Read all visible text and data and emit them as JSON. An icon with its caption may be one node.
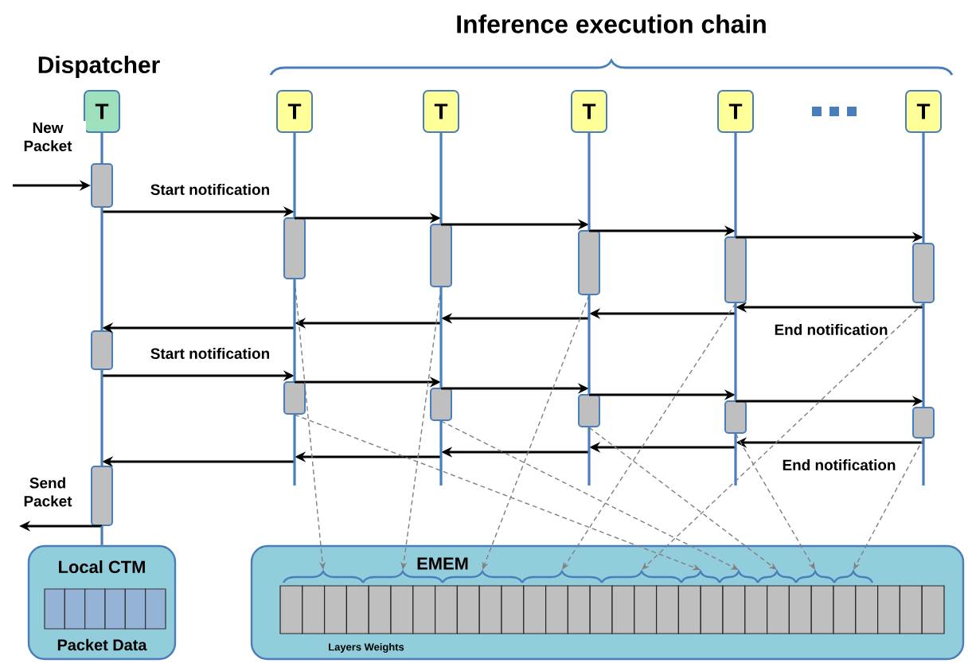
{
  "diagram": {
    "nodes": [
      {
        "text": [
          "T"
        ]
      },
      {
        "text": [
          "T"
        ]
      },
      {
        "text": [
          "T"
        ]
      },
      {
        "text": [
          "T"
        ]
      },
      {
        "text": [
          "T"
        ]
      },
      {
        "text": [
          "T"
        ]
      },
      {
        "text": [],
        "shape": "box"
      },
      {
        "text": [],
        "shape": "box"
      },
      {
        "text": [],
        "shape": "box"
      },
      {
        "text": [],
        "shape": "box"
      },
      {
        "text": [],
        "shape": "box"
      },
      {
        "text": [],
        "shape": "box"
      },
      {
        "text": [],
        "shape": "box"
      },
      {
        "text": [],
        "shape": "box"
      },
      {
        "text": [],
        "shape": "box"
      },
      {
        "text": [],
        "shape": "box"
      },
      {
        "text": [],
        "shape": "box"
      },
      {
        "text": [],
        "shape": "box"
      },
      {
        "text": [],
        "shape": "box"
      },
      {
        "text": [
          "Local CTM",
          "Packet Data"
        ]
      },
      {
        "text": [
          "EMEM",
          "Layers Weights"
        ]
      },
      {
        "text": [],
        "shape": "brace",
        "in": 20
      },
      {
        "text": [],
        "shape": "brace",
        "in": 20
      },
      {
        "text": [],
        "shape": "brace",
        "in": 20
      },
      {
        "text": [],
        "shape": "brace",
        "in": 20
      },
      {
        "text": [],
        "shape": "brace",
        "in": 20
      },
      {
        "text": [],
        "shape": "brace",
        "in": 20
      },
      {
        "text": [],
        "shape": "brace",
        "in": 20
      },
      {
        "text": [],
        "shape": "brace",
        "in": 20
      },
      {
        "text": [],
        "shape": "brace",
        "in": 20
      },
      {
        "text": [],
        "shape": "brace",
        "in": 20
      }
    ],
    "edges": [
      {
        "from": null,
        "to": 6,
        "arrow": "to",
        "label": "New Packet"
      },
      {
        "from": 6,
        "to": 9,
        "arrow": "to",
        "label": "Start notification"
      },
      {
        "from": 9,
        "to": 10,
        "arrow": "to"
      },
      {
        "from": 10,
        "to": 11,
        "arrow": "to"
      },
      {
        "from": 11,
        "to": 12,
        "arrow": "to"
      },
      {
        "from": 12,
        "to": 13,
        "arrow": "to"
      },
      {
        "from": 13,
        "to": 12,
        "arrow": "to",
        "label": "End notification"
      },
      {
        "from": 12,
        "to": 11,
        "arrow": "to"
      },
      {
        "from": 11,
        "to": 10,
        "arrow": "to"
      },
      {
        "from": 10,
        "to": 9,
        "arrow": "to"
      },
      {
        "from": 9,
        "to": 7,
        "arrow": "to"
      },
      {
        "from": 7,
        "to": 14,
        "arrow": "to",
        "label": "Start notification"
      },
      {
        "from": 14,
        "to": 15,
        "arrow": "to"
      },
      {
        "from": 15,
        "to": 16,
        "arrow": "to"
      },
      {
        "from": 16,
        "to": 17,
        "arrow": "to"
      },
      {
        "from": 17,
        "to": 18,
        "arrow": "to"
      },
      {
        "from": 18,
        "to": 17,
        "arrow": "to",
        "label": "End notification"
      },
      {
        "from": 17,
        "to": 16,
        "arrow": "to"
      },
      {
        "from": 16,
        "to": 15,
        "arrow": "to"
      },
      {
        "from": 15,
        "to": 14,
        "arrow": "to"
      },
      {
        "from": 14,
        "to": 8,
        "arrow": "to"
      },
      {
        "from": 8,
        "to": null,
        "arrow": "to",
        "label": "Send Packet"
      },
      {
        "from": 9,
        "to": 21,
        "arrow": "to",
        "style": "dashed",
        "color": "#808080"
      },
      {
        "from": 10,
        "to": 22,
        "arrow": "to",
        "style": "dashed",
        "color": "#808080"
      },
      {
        "from": 11,
        "to": 23,
        "arrow": "to",
        "style": "dashed",
        "color": "#808080"
      },
      {
        "from": 12,
        "to": 24,
        "arrow": "to",
        "style": "dashed",
        "color": "#808080"
      },
      {
        "from": 13,
        "to": 25,
        "arrow": "to",
        "style": "dashed",
        "color": "#808080"
      },
      {
        "from": 14,
        "to": 26,
        "arrow": "to",
        "style": "dashed",
        "color": "#808080"
      },
      {
        "from": 15,
        "to": 27,
        "arrow": "to",
        "style": "dashed",
        "color": "#808080"
      },
      {
        "from": 16,
        "to": 28,
        "arrow": "to",
        "style": "dashed",
        "color": "#808080"
      },
      {
        "from": 17,
        "to": 29,
        "arrow": "to",
        "style": "dashed",
        "color": "#808080"
      },
      {
        "from": 18,
        "to": 30,
        "arrow": "to",
        "style": "dashed",
        "color": "#808080"
      },
      {
        "from": 0,
        "to": 6,
        "arrow": "none",
        "color": "#4a7ebb"
      },
      {
        "from": 6,
        "to": 7,
        "arrow": "none",
        "color": "#4a7ebb"
      },
      {
        "from": 7,
        "to": 8,
        "arrow": "none",
        "color": "#4a7ebb"
      },
      {
        "from": 8,
        "to": 19,
        "arrow": "none",
        "color": "#4a7ebb"
      },
      {
        "from": 1,
        "to": 9,
        "arrow": "none",
        "color": "#4a7ebb"
      },
      {
        "from": 9,
        "to": 14,
        "arrow": "none",
        "color": "#4a7ebb"
      },
      {
        "from": 14,
        "to": null,
        "arrow": "none",
        "color": "#4a7ebb"
      },
      {
        "from": 2,
        "to": 10,
        "arrow": "none",
        "color": "#4a7ebb"
      },
      {
        "from": 10,
        "to": 15,
        "arrow": "none",
        "color": "#4a7ebb"
      },
      {
        "from": 15,
        "to": null,
        "arrow": "none",
        "color": "#4a7ebb"
      },
      {
        "from": 3,
        "to": 11,
        "arrow": "none",
        "color": "#4a7ebb"
      },
      {
        "from": 11,
        "to": 16,
        "arrow": "none",
        "color": "#4a7ebb"
      },
      {
        "from": 16,
        "to": null,
        "arrow": "none",
        "color": "#4a7ebb"
      },
      {
        "from": 4,
        "to": 12,
        "arrow": "none",
        "color": "#4a7ebb"
      },
      {
        "from": 12,
        "to": 17,
        "arrow": "none",
        "color": "#4a7ebb"
      },
      {
        "from": 17,
        "to": null,
        "arrow": "none",
        "color": "#4a7ebb"
      },
      {
        "from": 5,
        "to": 13,
        "arrow": "none",
        "color": "#4a7ebb"
      },
      {
        "from": 13,
        "to": 18,
        "arrow": "none",
        "color": "#4a7ebb"
      },
      {
        "from": 18,
        "to": null,
        "arrow": "none",
        "color": "#4a7ebb"
      }
    ],
    "labels": [
      "Inference execution chain",
      "Dispatcher"
    ]
  }
}
